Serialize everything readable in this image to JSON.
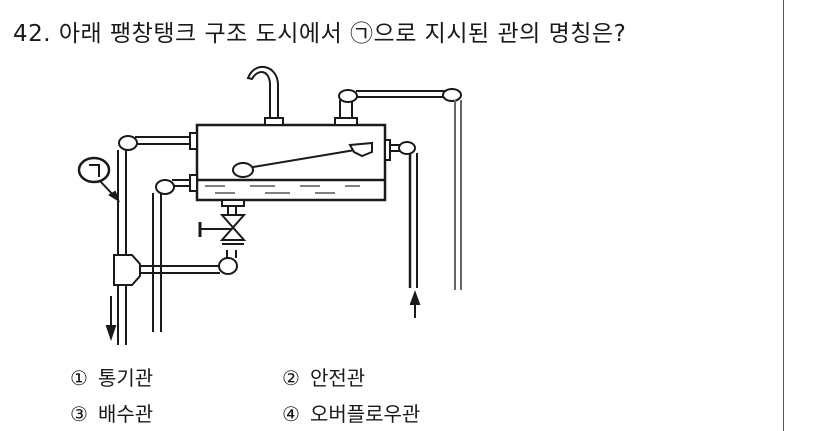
{
  "question": {
    "number": "42.",
    "text": "아래 팽창탱크 구조 도시에서 ㉠으로 지시된 관의 명칭은?"
  },
  "diagram": {
    "subject": "expansion-tank-structure",
    "marker_label": "㉠"
  },
  "options": [
    {
      "num": "①",
      "label": "통기관"
    },
    {
      "num": "②",
      "label": "안전관"
    },
    {
      "num": "③",
      "label": "배수관"
    },
    {
      "num": "④",
      "label": "오버플로우관"
    }
  ]
}
